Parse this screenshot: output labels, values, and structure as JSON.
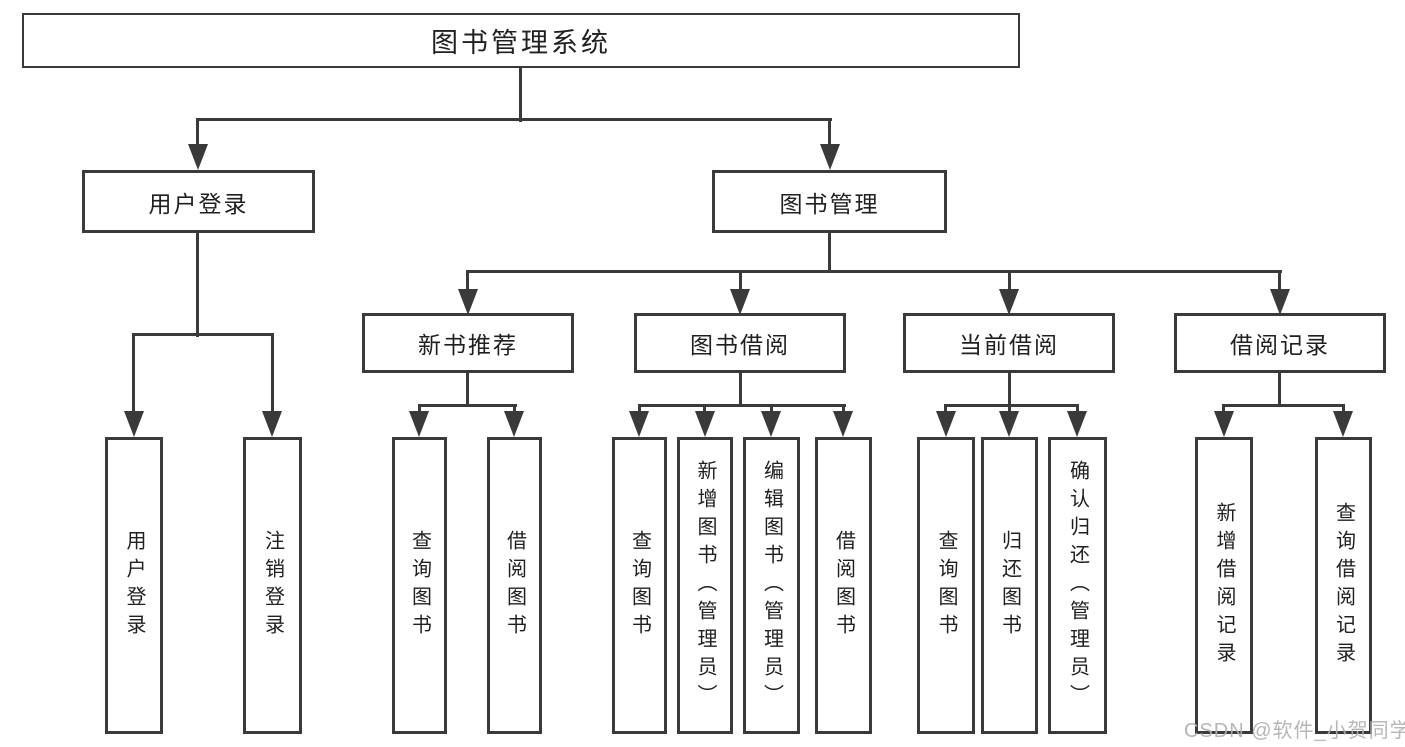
{
  "diagram": {
    "root": "图书管理系统",
    "branches": [
      {
        "label": "用户登录",
        "leaves": [
          "用户登录",
          "注销登录"
        ]
      },
      {
        "label": "图书管理",
        "children": [
          {
            "label": "新书推荐",
            "leaves": [
              "查询图书",
              "借阅图书"
            ]
          },
          {
            "label": "图书借阅",
            "leaves": [
              "查询图书",
              "新增图书（管理员）",
              "编辑图书（管理员）",
              "借阅图书"
            ]
          },
          {
            "label": "当前借阅",
            "leaves": [
              "查询图书",
              "归还图书",
              "确认归还（管理员）"
            ]
          },
          {
            "label": "借阅记录",
            "leaves": [
              "新增借阅记录",
              "查询借阅记录"
            ]
          }
        ]
      }
    ]
  },
  "watermark": {
    "text": "CSDN @软件_小贺同学"
  },
  "colors": {
    "line": "#3a3a3a",
    "text": "#202020",
    "watermark": "#b0b0b0",
    "background": "#ffffff"
  }
}
